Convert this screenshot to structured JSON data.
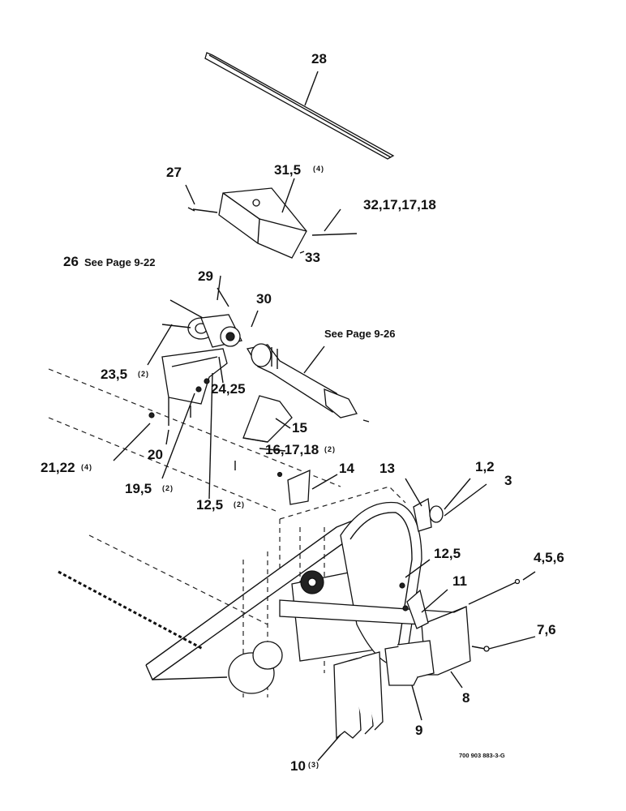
{
  "callouts": {
    "c28": "28",
    "c27": "27",
    "c31": "31,5",
    "c31_qty": "(4)",
    "c32": "32,17,17,18",
    "c33": "33",
    "c26": "26",
    "c26_ref": "See Page 9-22",
    "c29": "29",
    "c30": "30",
    "c_shaft_ref": "See Page 9-26",
    "c23": "23,5",
    "c23_qty": "(2)",
    "c24": "24,25",
    "c15": "15",
    "c16": "16,17,18",
    "c16_qty": "(2)",
    "c20": "20",
    "c21": "21,22",
    "c21_qty": "(4)",
    "c19": "19,5",
    "c19_qty": "(2)",
    "c12a": "12,5",
    "c12a_qty": "(2)",
    "c14": "14",
    "c13": "13",
    "c1": "1,2",
    "c3": "3",
    "c12b": "12,5",
    "c4": "4,5,6",
    "c11": "11",
    "c7": "7,6",
    "c8": "8",
    "c9": "9",
    "c10": "10",
    "c10_qty": "(3)"
  },
  "drawing_code": "700 903 883-3-G"
}
